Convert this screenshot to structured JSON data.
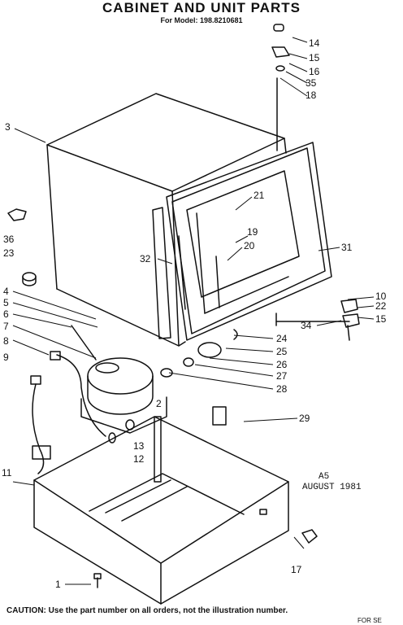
{
  "header": {
    "title": "CABINET AND UNIT PARTS",
    "subtitle": "For Model: 198.8210681"
  },
  "callouts": [
    "14",
    "15",
    "16",
    "35",
    "18",
    "3",
    "21",
    "19",
    "20",
    "32",
    "31",
    "36",
    "23",
    "10",
    "22",
    "15",
    "34",
    "24",
    "25",
    "26",
    "27",
    "28",
    "4",
    "5",
    "6",
    "7",
    "8",
    "9",
    "2",
    "13",
    "12",
    "29",
    "11",
    "17",
    "1"
  ],
  "stamp": {
    "code": "A5",
    "date": "AUGUST 1981"
  },
  "footer": {
    "caution_label": "CAUTION:",
    "caution_text": "Use the part number on all orders, not the illustration number.",
    "corner_text": "FOR SE"
  }
}
